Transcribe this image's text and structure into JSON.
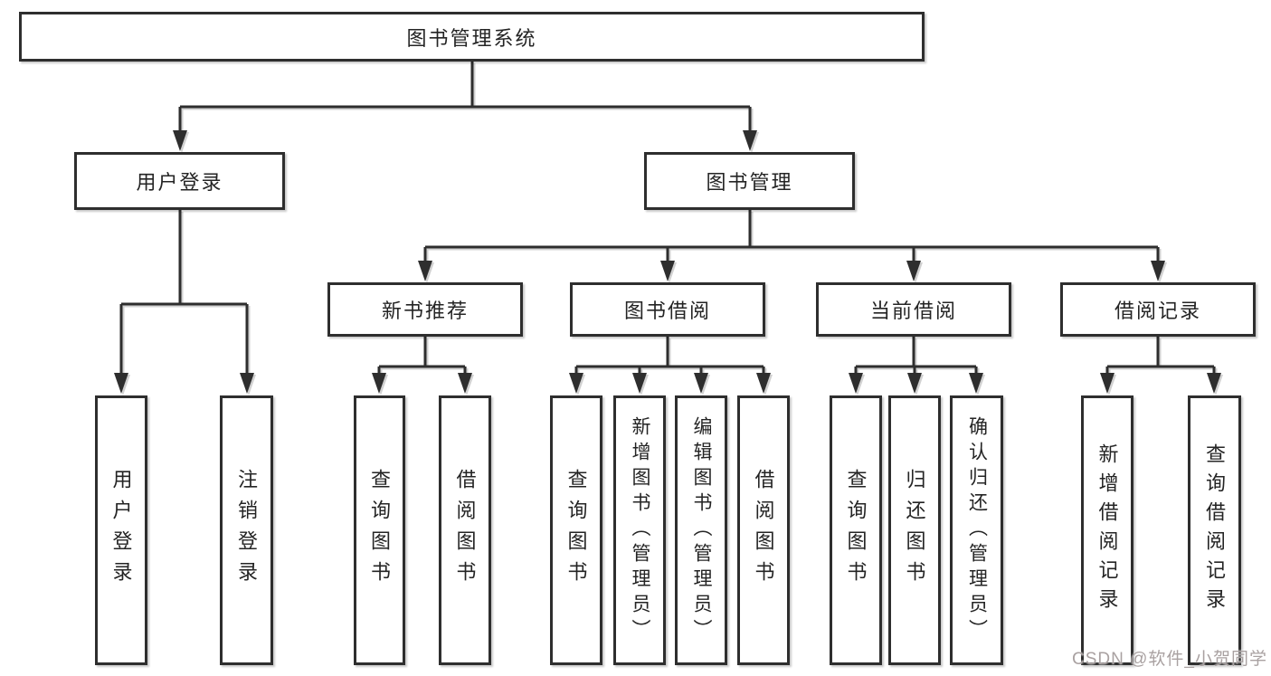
{
  "diagram": {
    "title": "图书管理系统",
    "root": {
      "label": "图书管理系统"
    },
    "branches": [
      {
        "label": "用户登录",
        "children": [
          {
            "label": "用户登录"
          },
          {
            "label": "注销登录"
          }
        ]
      },
      {
        "label": "图书管理",
        "children": [
          {
            "label": "新书推荐",
            "children": [
              {
                "label": "查询图书"
              },
              {
                "label": "借阅图书"
              }
            ]
          },
          {
            "label": "图书借阅",
            "children": [
              {
                "label": "查询图书"
              },
              {
                "label": "新增图书（管理员）"
              },
              {
                "label": "编辑图书（管理员）"
              },
              {
                "label": "借阅图书"
              }
            ]
          },
          {
            "label": "当前借阅",
            "children": [
              {
                "label": "查询图书"
              },
              {
                "label": "归还图书"
              },
              {
                "label": "确认归还（管理员）"
              }
            ]
          },
          {
            "label": "借阅记录",
            "children": [
              {
                "label": "新增借阅记录"
              },
              {
                "label": "查询借阅记录"
              }
            ]
          }
        ]
      }
    ]
  },
  "watermark": {
    "text": "CSDN @软件_小贺同学"
  },
  "colors": {
    "line": "#2e2e2e",
    "text": "#242424",
    "background": "#ffffff",
    "watermark": "#a9a1a1"
  }
}
